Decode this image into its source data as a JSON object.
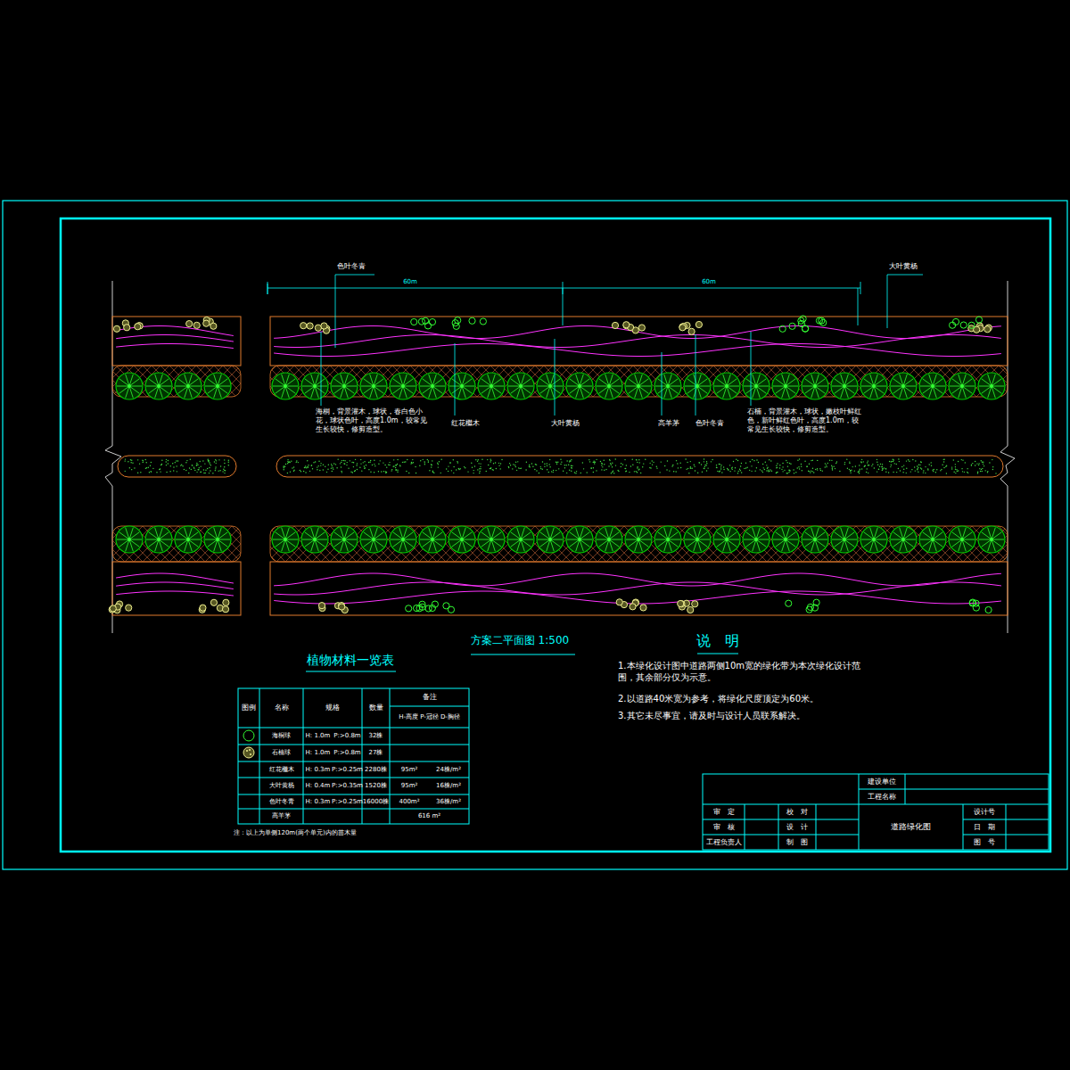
{
  "diagram": {
    "title": "方案二平面图 1:500",
    "labels": [
      "色叶冬青",
      "大叶黄杨",
      "60m",
      "60m",
      "海桐，背景灌木，球状，春白色小花，球状色叶，高度1.0m，较常见生长较快，修剪造型。",
      "红花檵木",
      "大叶黄杨",
      "高羊茅",
      "色叶冬青",
      "石楠，背景灌木，球状，嫩枝叶鲜红色，新叶鲜红色叶，高度1.0m，较常见生长较快，修剪造型。",
      "说　明",
      "1.本绿化设计图中道路两侧10m宽的绿化带为本次绿化设计范围，其余部分仅为示意。",
      "2.以道路40米宽为参考，将绿化尺度顶定为60米。",
      "3.其它未尽事宜，请及时与设计人员联系解决。",
      "植物材料一览表",
      "图例",
      "名称",
      "规格",
      "数量",
      "备注",
      "H-高度 P-冠径 D-胸径",
      "海桐球",
      "H: 1.0m",
      "P:>0.8m",
      "32株",
      "石楠球",
      "H: 1.0m",
      "P:>0.8m",
      "27株",
      "红花檵木",
      "H: 0.3m",
      "P:>0.25m",
      "2280株",
      "95m²",
      "24株/m²",
      "大叶黄杨",
      "H: 0.4m",
      "P:>0.35m",
      "1520株",
      "95m²",
      "16株/m²",
      "色叶冬青",
      "H: 0.3m",
      "P:>0.25m",
      "16000株",
      "400m²",
      "36株/m²",
      "高羊茅",
      "616 m²",
      "注：以上为单侧120m(两个单元)内的苗木量",
      "建设单位",
      "工程名称",
      "审　定",
      "校　对",
      "审　核",
      "设　计",
      "工程负责人",
      "制　图",
      "道路绿化图",
      "设计号",
      "日　期",
      "图　号"
    ]
  }
}
